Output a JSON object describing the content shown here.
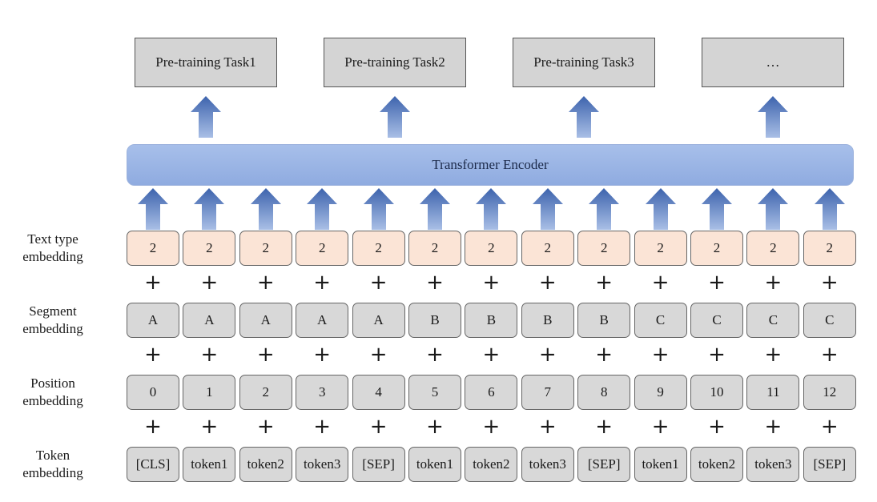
{
  "tasks": [
    "Pre-training Task1",
    "Pre-training Task2",
    "Pre-training Task3",
    "…"
  ],
  "encoder": {
    "label": "Transformer Encoder"
  },
  "rows": [
    {
      "key": "text_type",
      "label_lines": [
        "Text type",
        "embedding"
      ],
      "style": "peach",
      "cells": [
        "2",
        "2",
        "2",
        "2",
        "2",
        "2",
        "2",
        "2",
        "2",
        "2",
        "2",
        "2",
        "2"
      ]
    },
    {
      "key": "segment",
      "label_lines": [
        "Segment",
        "embedding"
      ],
      "style": "gray",
      "cells": [
        "A",
        "A",
        "A",
        "A",
        "A",
        "B",
        "B",
        "B",
        "B",
        "C",
        "C",
        "C",
        "C"
      ]
    },
    {
      "key": "position",
      "label_lines": [
        "Position",
        "embedding"
      ],
      "style": "gray",
      "cells": [
        "0",
        "1",
        "2",
        "3",
        "4",
        "5",
        "6",
        "7",
        "8",
        "9",
        "10",
        "11",
        "12"
      ]
    },
    {
      "key": "token",
      "label_lines": [
        "Token",
        "embedding"
      ],
      "style": "gray",
      "cells": [
        "[CLS]",
        "token1",
        "token2",
        "token3",
        "[SEP]",
        "token1",
        "token2",
        "token3",
        "[SEP]",
        "token1",
        "token2",
        "token3",
        "[SEP]"
      ]
    }
  ],
  "plus_symbol": "+",
  "colors": {
    "encoder": "#9db4e4",
    "arrow": "#4a6fb5",
    "peach_cell": "#fbe4d6",
    "gray_cell": "#d8d8d8"
  }
}
